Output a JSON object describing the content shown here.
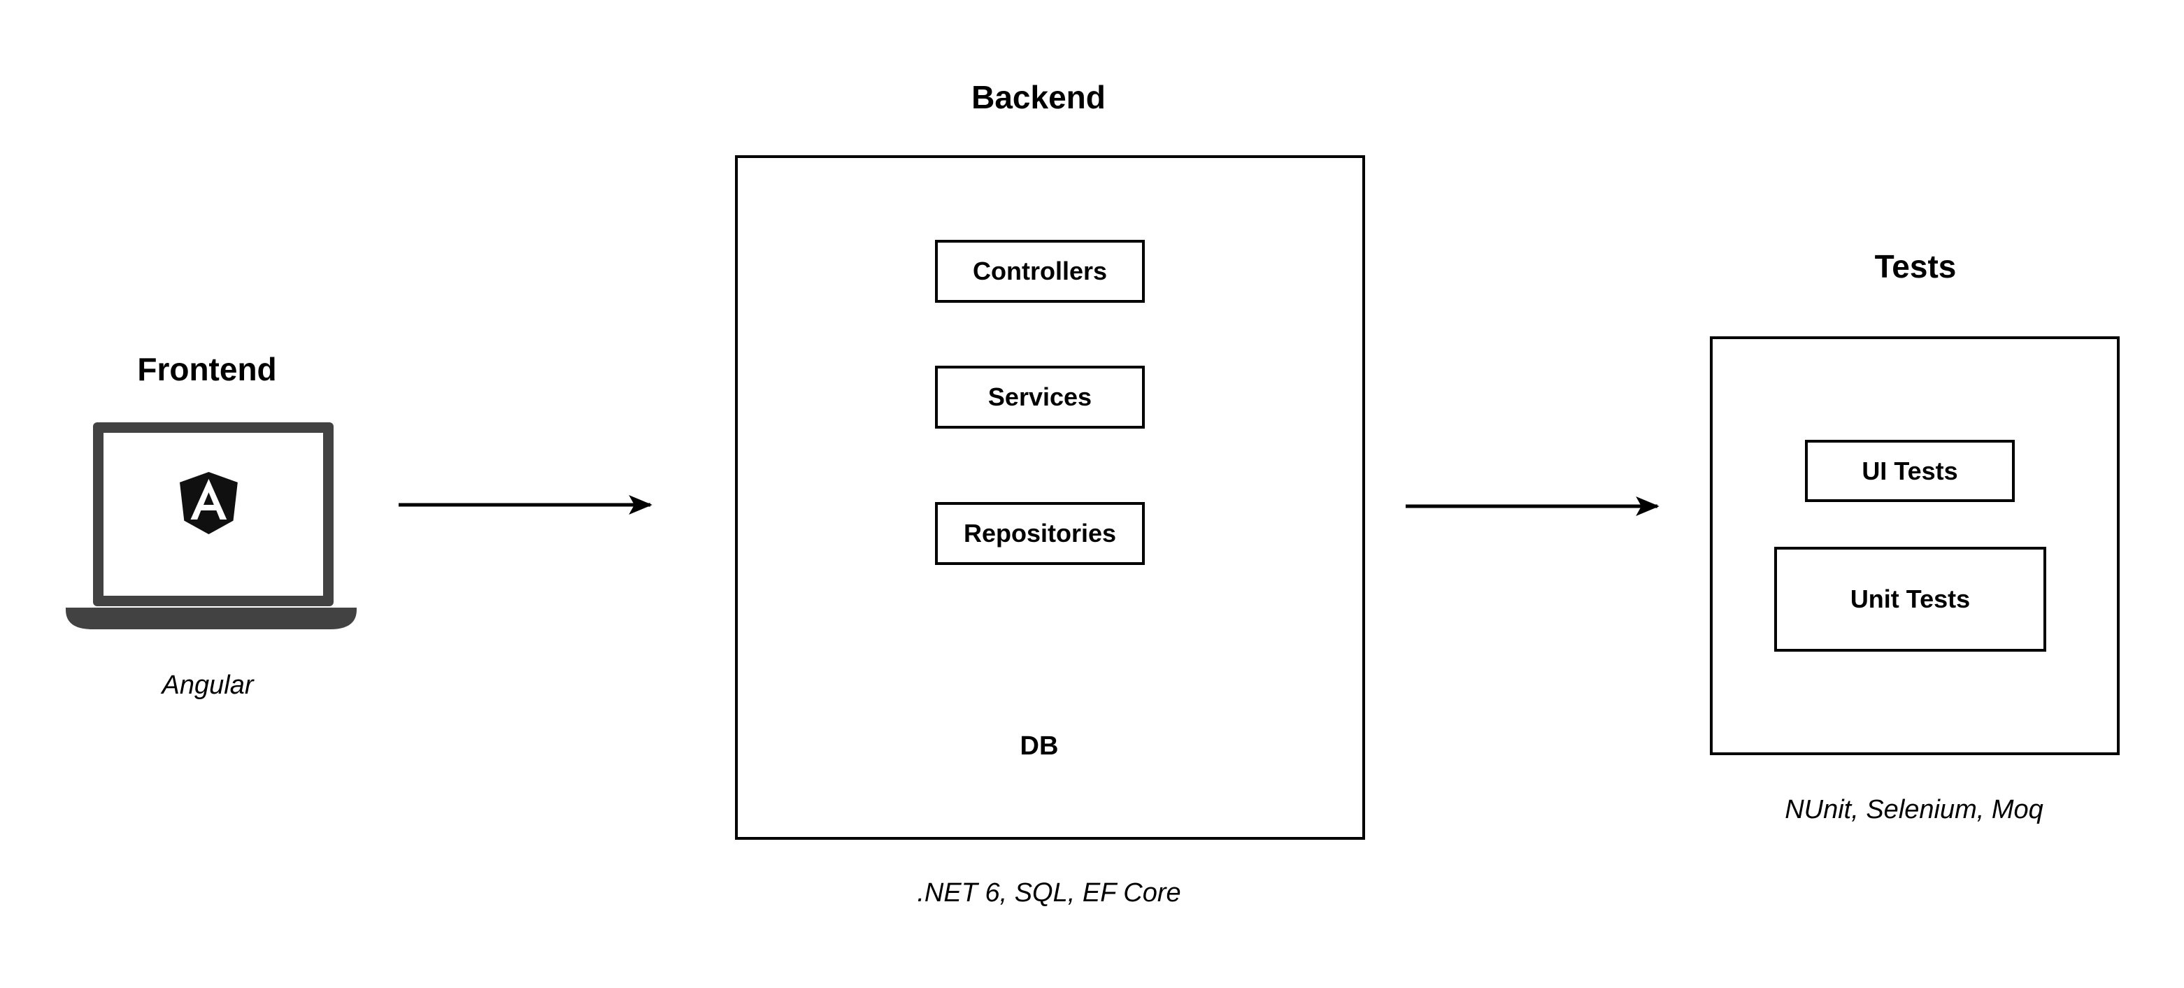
{
  "diagram": {
    "frontend": {
      "title": "Frontend",
      "caption": "Angular",
      "icon": "angular-laptop"
    },
    "backend": {
      "title": "Backend",
      "layers": [
        "Controllers",
        "Services",
        "Repositories"
      ],
      "database_label": "DB",
      "caption": ".NET 6, SQL, EF Core"
    },
    "tests": {
      "title": "Tests",
      "boxes": [
        "UI Tests",
        "Unit Tests"
      ],
      "caption": "NUnit, Selenium, Moq"
    },
    "colors": {
      "stroke": "#000000",
      "laptop_gray": "#424242",
      "shield_black": "#101010",
      "background": "#ffffff"
    }
  }
}
